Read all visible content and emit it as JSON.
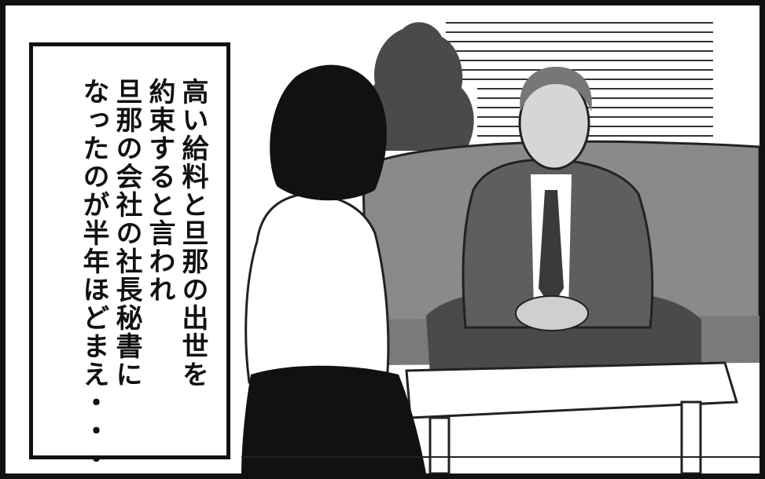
{
  "panel": {
    "caption_lines": [
      "高い給料と旦那の出世を",
      "約束すると言われ",
      "旦那の会社の社長秘書に",
      "なったのが半年ほどまえ・・・"
    ]
  },
  "colors": {
    "ink": "#111111",
    "paper": "#ffffff",
    "sofa": "#8a8a8a",
    "suit": "#5e5e5e",
    "tree": "#4a4a4a"
  }
}
